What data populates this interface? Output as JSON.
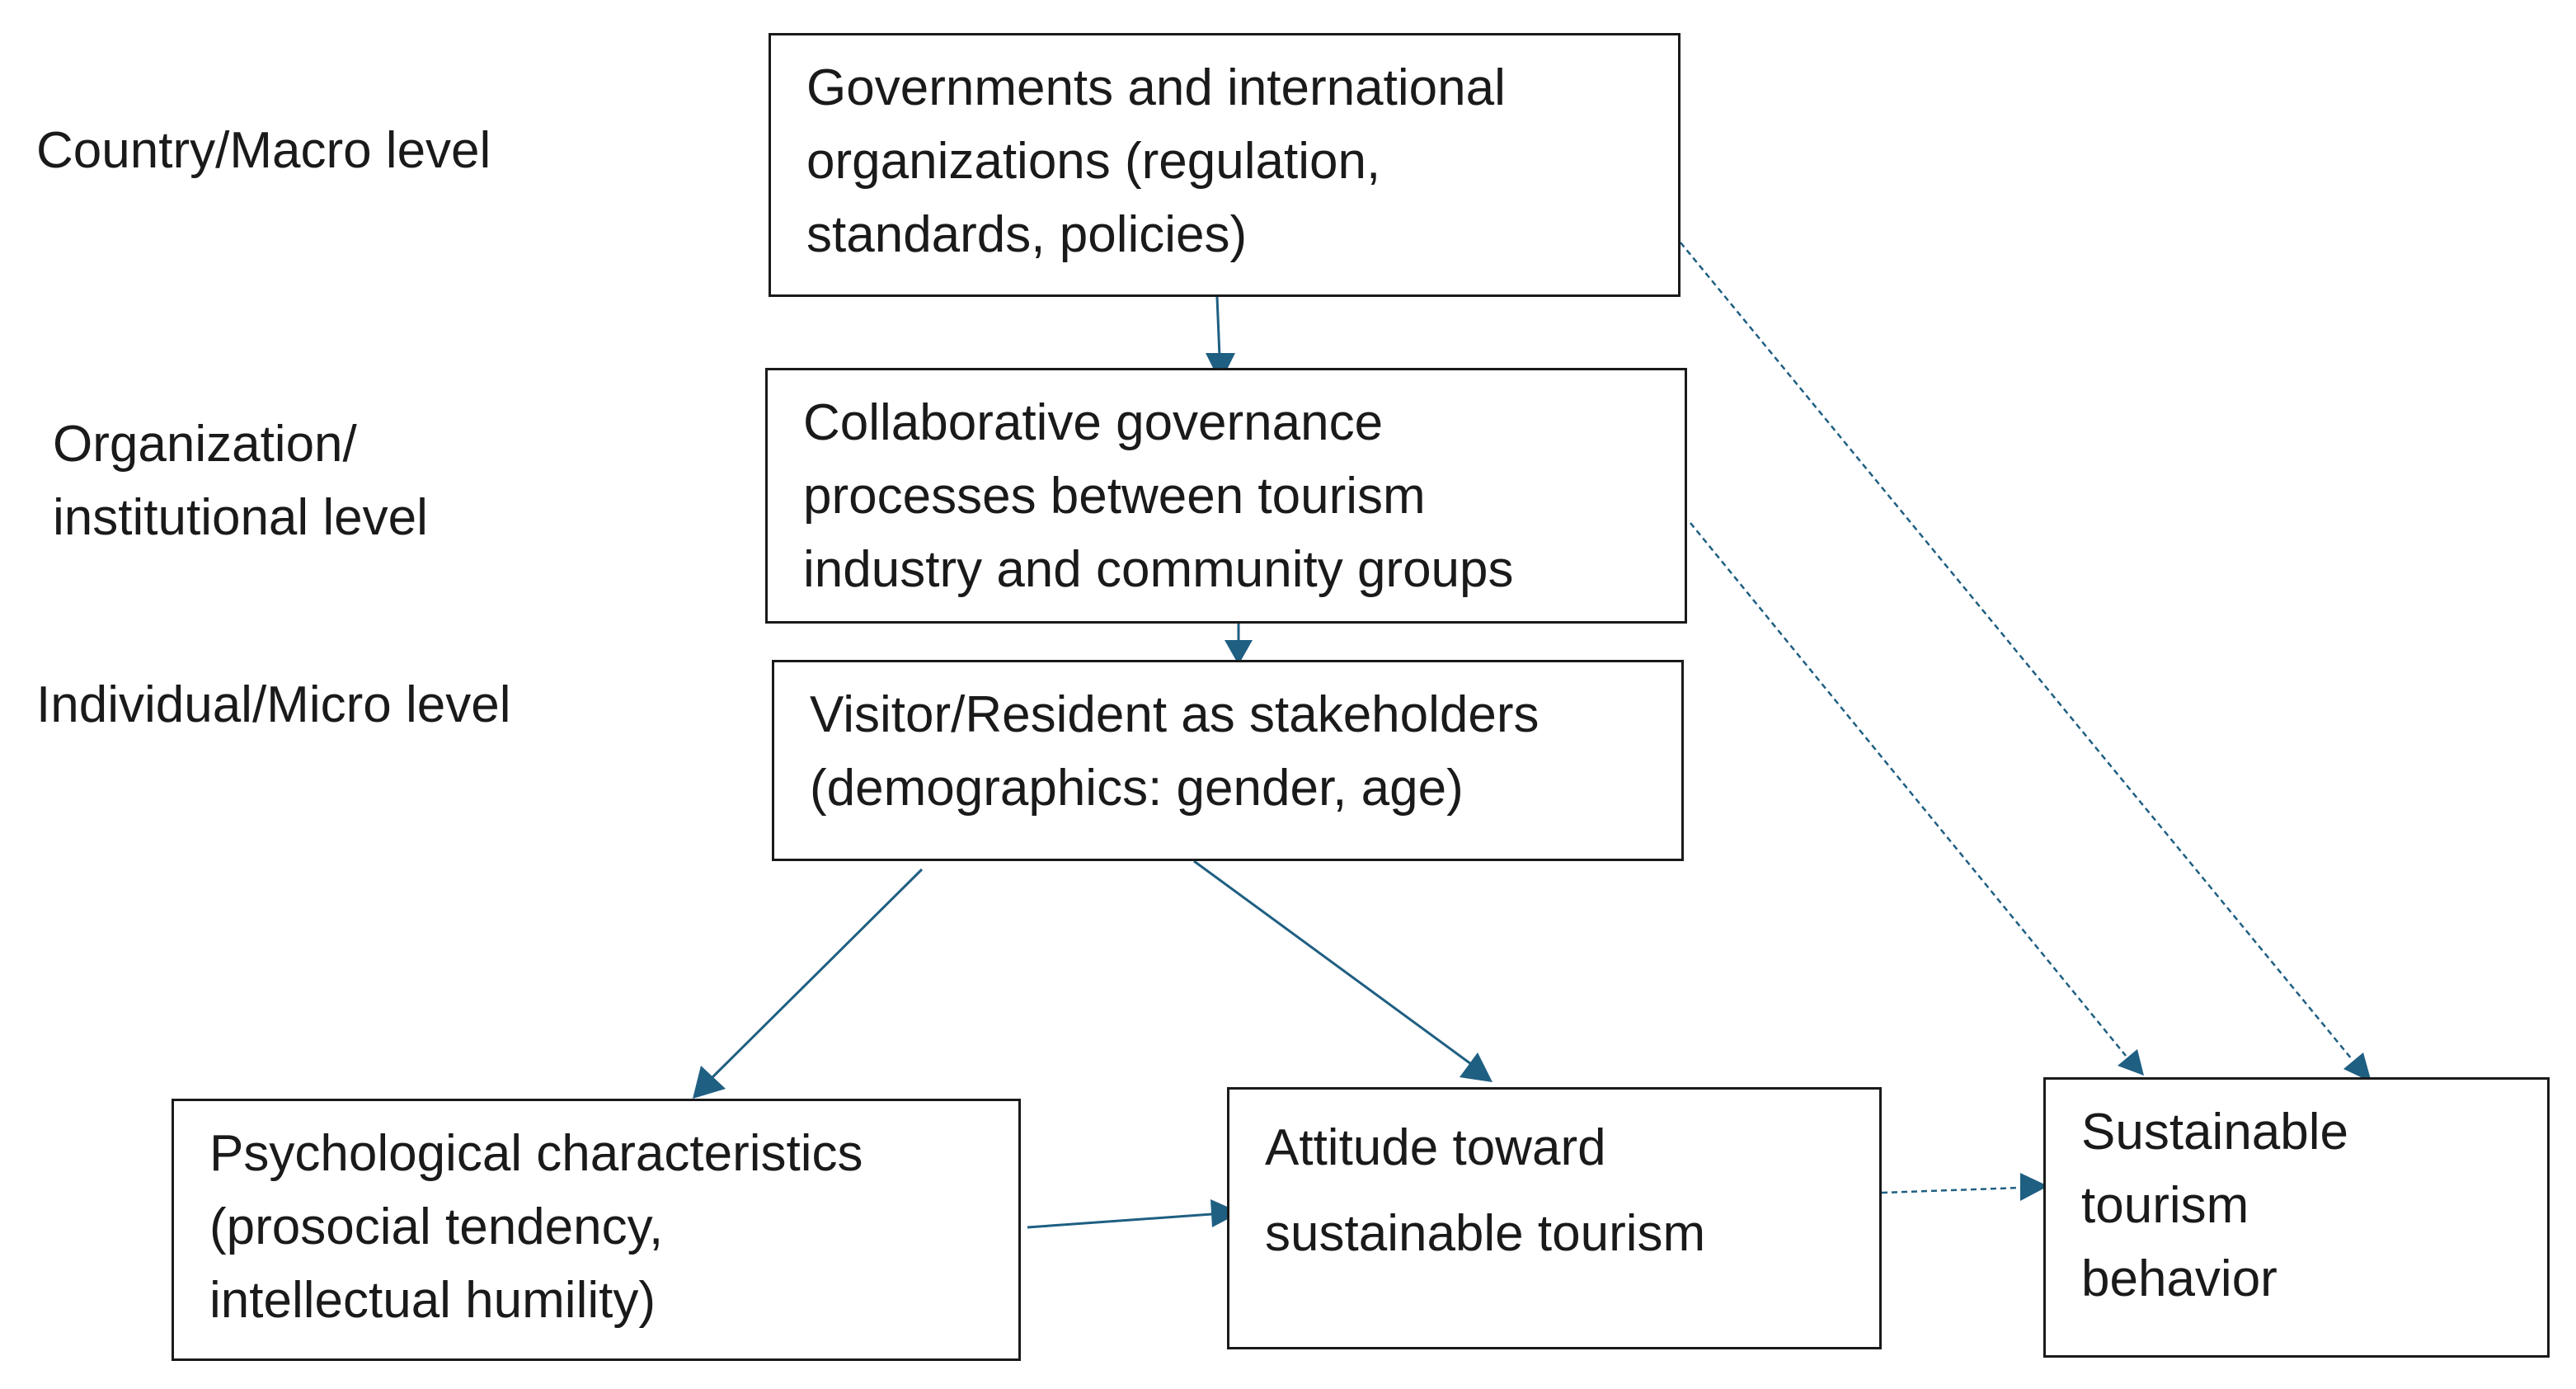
{
  "levels": {
    "macro": "Country/Macro level",
    "organization": "Organization/\ninstitutional level",
    "micro": "Individual/Micro level"
  },
  "boxes": {
    "governments": "Governments and international\norganizations (regulation,\nstandards, policies)",
    "collaborative": "Collaborative governance\nprocesses between tourism\nindustry and community groups",
    "stakeholders": "Visitor/Resident as stakeholders\n(demographics: gender, age)",
    "psychological": "Psychological characteristics\n(prosocial tendency,\nintellectual humility)",
    "attitude": "Attitude toward\nsustainable tourism",
    "behavior": "Sustainable\ntourism\nbehavior"
  },
  "colors": {
    "arrow": "#1f5f82",
    "border": "#1a1a1a",
    "text": "#1a1a1a"
  }
}
